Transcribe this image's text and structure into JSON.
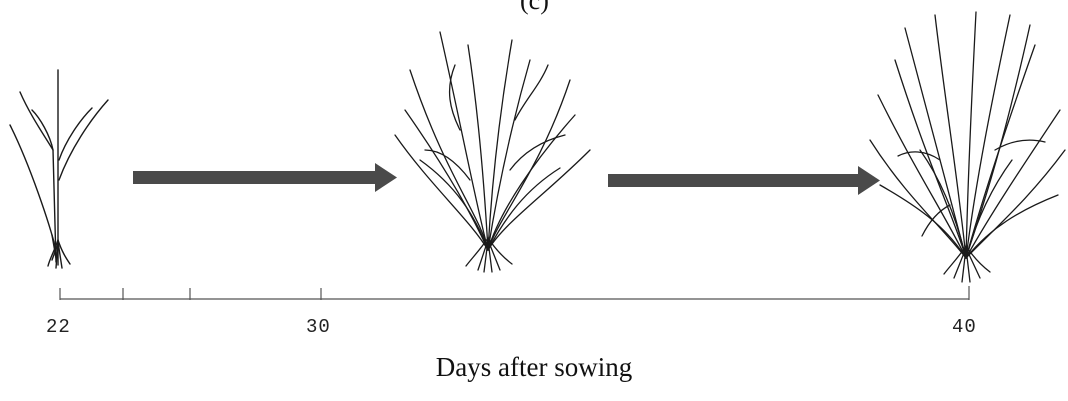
{
  "panel_label": "(c)",
  "axis": {
    "title": "Days after sowing",
    "ticks": [
      "22",
      "30",
      "40"
    ]
  },
  "colors": {
    "ink": "#1a1a1a",
    "arrow": "#4a4a4a",
    "axis": "#555555"
  },
  "stages": [
    "seedling-22-days",
    "tillering-30-days",
    "tillering-40-days"
  ]
}
